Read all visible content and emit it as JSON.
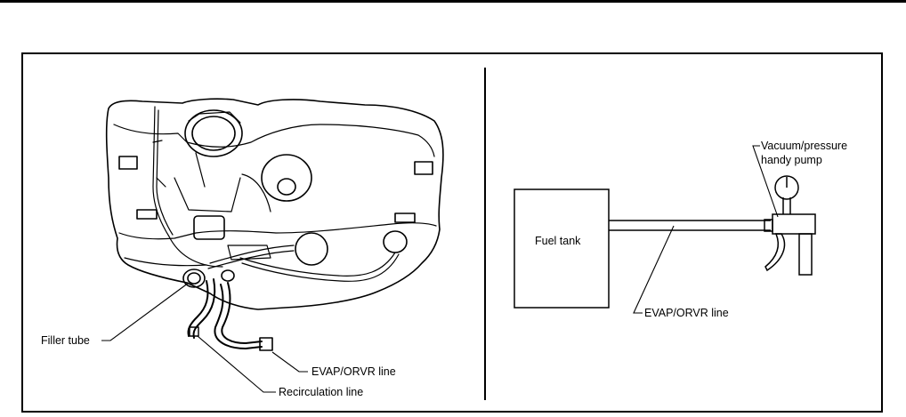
{
  "left_panel": {
    "labels": {
      "filler_tube": "Filler tube",
      "evap_line": "EVAP/ORVR line",
      "recirculation_line": "Recirculation line"
    }
  },
  "right_panel": {
    "labels": {
      "fuel_tank": "Fuel tank",
      "pump_line1": "Vacuum/pressure",
      "pump_line2": "handy pump",
      "evap_line": "EVAP/ORVR line"
    }
  }
}
